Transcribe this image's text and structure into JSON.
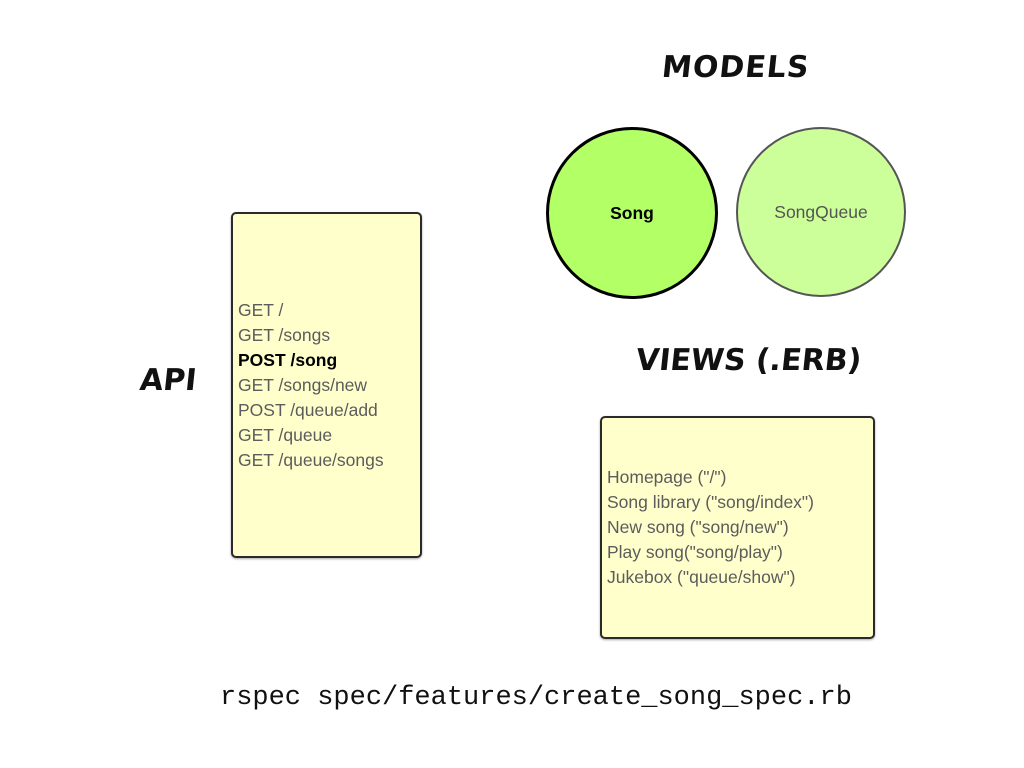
{
  "headings": {
    "models": "MODELS",
    "views": "VIEWS (.ERB)",
    "api": "API"
  },
  "models": {
    "song": "Song",
    "songqueue": "SongQueue"
  },
  "api": {
    "routes": [
      {
        "label": "GET /",
        "active": false
      },
      {
        "label": "GET /songs",
        "active": false
      },
      {
        "label": "POST /song",
        "active": true
      },
      {
        "label": "GET /songs/new",
        "active": false
      },
      {
        "label": "POST /queue/add",
        "active": false
      },
      {
        "label": "GET /queue",
        "active": false
      },
      {
        "label": "GET /queue/songs",
        "active": false
      }
    ]
  },
  "views": {
    "items": [
      "Homepage (\"/\")",
      "Song library (\"song/index\")",
      "New song (\"song/new\")",
      "Play song(\"song/play\")",
      "Jukebox (\"queue/show\")"
    ]
  },
  "command": "rspec spec/features/create_song_spec.rb",
  "colors": {
    "box_fill": "#ffffcc",
    "song_fill": "#b3ff66",
    "songqueue_fill": "#ccff99",
    "active_text": "#000000",
    "inactive_text": "#5c5c5c"
  }
}
